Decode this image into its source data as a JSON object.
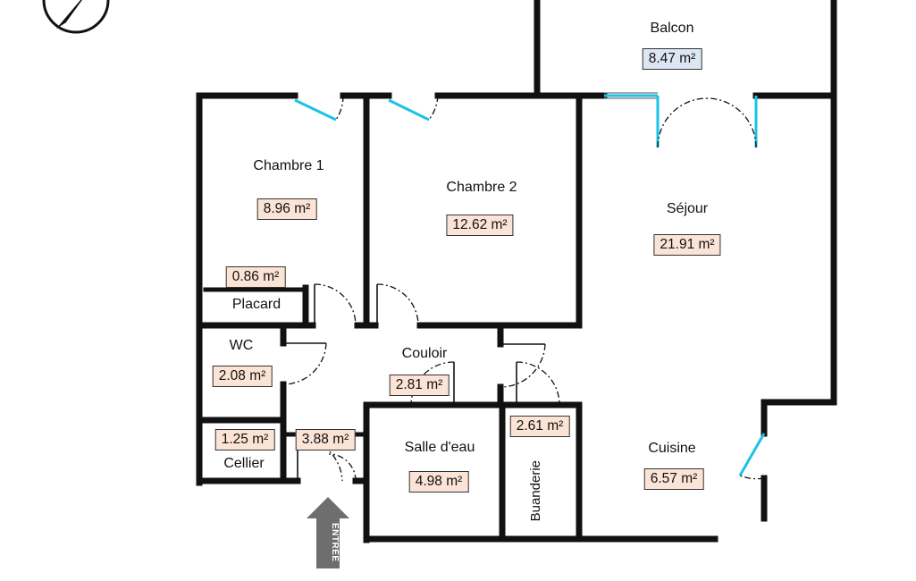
{
  "plan": {
    "rooms": [
      {
        "id": "balcon",
        "name": "Balcon",
        "area": "8.47 m²",
        "area_style": "blue"
      },
      {
        "id": "chambre1",
        "name": "Chambre 1",
        "area": "8.96 m²"
      },
      {
        "id": "chambre2",
        "name": "Chambre 2",
        "area": "12.62 m²"
      },
      {
        "id": "sejour",
        "name": "Séjour",
        "area": "21.91 m²"
      },
      {
        "id": "placard",
        "name": "Placard",
        "area": "0.86 m²"
      },
      {
        "id": "wc",
        "name": "WC",
        "area": "2.08 m²"
      },
      {
        "id": "couloir",
        "name": "Couloir",
        "area": "2.81 m²"
      },
      {
        "id": "cellier",
        "name": "Cellier",
        "area": "1.25 m²"
      },
      {
        "id": "entree",
        "name": "",
        "area": "3.88 m²"
      },
      {
        "id": "salle_eau",
        "name": "Salle d'eau",
        "area": "4.98 m²"
      },
      {
        "id": "buanderie",
        "name": "Buanderie",
        "area": "2.61 m²"
      },
      {
        "id": "cuisine",
        "name": "Cuisine",
        "area": "6.57 m²"
      }
    ],
    "entrance_label": "ENTRÉE",
    "colors": {
      "walls": "#111111",
      "glazing": "#19c3e6",
      "area_tag": "#fbe3d6",
      "area_tag_balcony": "#dde6f3"
    },
    "icons": [
      "compass-icon",
      "entrance-arrow-icon"
    ]
  }
}
